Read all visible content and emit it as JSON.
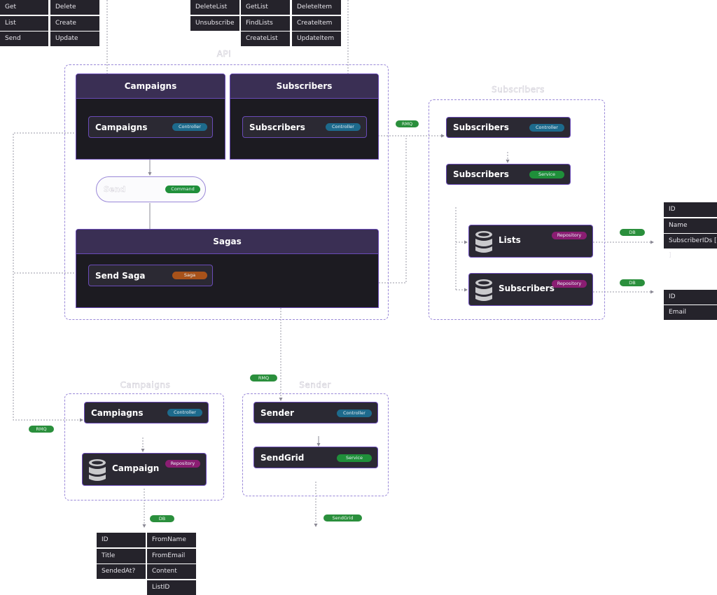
{
  "top_tables": {
    "campaign_endpoints": [
      [
        "Get",
        "Delete"
      ],
      [
        "List",
        "Create"
      ],
      [
        "Send",
        "Update"
      ]
    ],
    "subscriber_endpoints": {
      "col1": [
        "DeleteList",
        "Unsubscribe"
      ],
      "col2": [
        "GetList",
        "FindLists",
        "CreateList"
      ],
      "col3": [
        "DeleteItem",
        "CreateItem",
        "UpdateItem"
      ]
    }
  },
  "groups": {
    "api": "API",
    "subscribers": "Subscribers",
    "campaigns": "Campaigns",
    "sender": "Sender"
  },
  "api": {
    "campaigns_module": {
      "title": "Campaigns",
      "node": "Campaigns",
      "tag": "Controller"
    },
    "subscribers_module": {
      "title": "Subscribers",
      "node": "Subscribers",
      "tag": "Controller"
    },
    "command": {
      "title": "Send",
      "tag": "Command"
    },
    "sagas_module": {
      "title": "Sagas",
      "node": "Send Saga",
      "tag": "Saga"
    }
  },
  "subscribers_service": {
    "controller": {
      "title": "Subscribers",
      "tag": "Controller"
    },
    "service": {
      "title": "Subscribers",
      "tag": "Service"
    },
    "lists_repo": {
      "title": "Lists",
      "tag": "Repository"
    },
    "subscribers_repo": {
      "title": "Subscribers",
      "tag": "Repository"
    }
  },
  "campaigns_service": {
    "controller": {
      "title": "Campiagns",
      "tag": "Controller"
    },
    "repo": {
      "title": "Campaign",
      "tag": "Repository"
    }
  },
  "sender_service": {
    "controller": {
      "title": "Sender",
      "tag": "Controller"
    },
    "service": {
      "title": "SendGrid",
      "tag": "Service"
    }
  },
  "edge_labels": {
    "rmq_subscribers": "RMQ",
    "rmq_campaigns": "RMQ",
    "rmq_sender": "RMQ",
    "db_lists": "DB",
    "db_subscribers": "DB",
    "db_campaign": "DB",
    "sendgrid": "SendGrid"
  },
  "schemas": {
    "lists": [
      "ID",
      "Name",
      "SubscriberIDs [ ]"
    ],
    "subscribers": [
      "ID",
      "Email"
    ],
    "campaign_col1": [
      "ID",
      "Title",
      "SendedAt?"
    ],
    "campaign_col2": [
      "FromName",
      "FromEmail",
      "Content",
      "ListID"
    ]
  },
  "colors": {
    "module_header": "#3a2f54",
    "module_body": "#1c1b21",
    "node_bg": "#2b2933",
    "border_purple": "#6a4bb8",
    "controller": "#1d6a8c",
    "service": "#1f8f3a",
    "repository": "#8a1d72",
    "saga": "#a8521a"
  }
}
